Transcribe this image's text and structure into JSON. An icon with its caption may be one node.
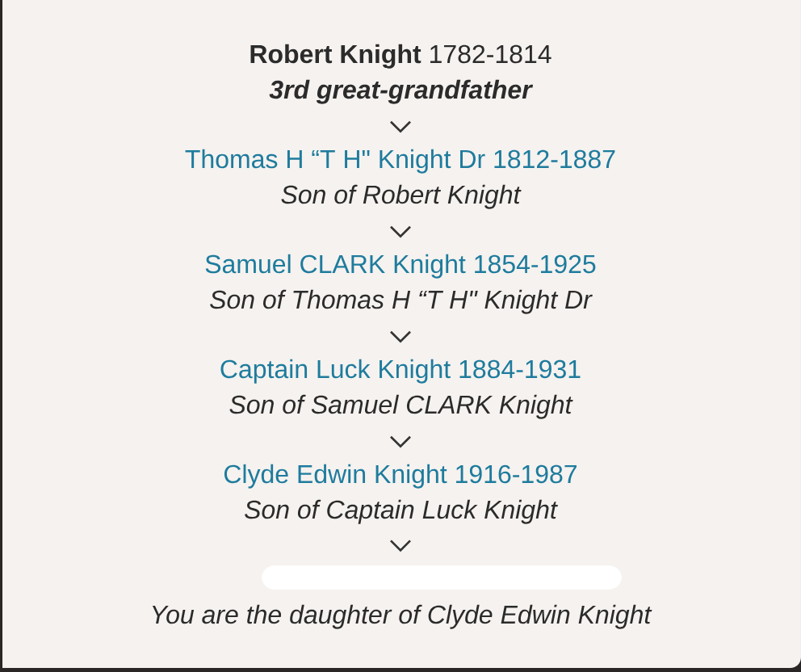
{
  "diagram": {
    "nodes": [
      {
        "text": [
          "**Robert Knight** 1782-1814",
          "3rd great-grandfather"
        ]
      },
      {
        "text": [
          "Thomas H “T H\" Knight Dr 1812-1887",
          "Son of Robert Knight"
        ]
      },
      {
        "text": [
          "Samuel CLARK Knight 1854-1925",
          "Son of Thomas H “T H\" Knight Dr"
        ]
      },
      {
        "text": [
          "Captain Luck Knight 1884-1931",
          "Son of Samuel CLARK Knight"
        ]
      },
      {
        "text": [
          "Clyde Edwin Knight 1916-1987",
          "Son of Captain Luck Knight"
        ]
      },
      {
        "text": [
          "You are the daughter of Clyde Edwin Knight"
        ]
      }
    ],
    "edges": [
      {
        "from": 0,
        "to": 1,
        "arrow": "to"
      },
      {
        "from": 1,
        "to": 2,
        "arrow": "to"
      },
      {
        "from": 2,
        "to": 3,
        "arrow": "to"
      },
      {
        "from": 3,
        "to": 4,
        "arrow": "to"
      },
      {
        "from": 4,
        "to": 5,
        "arrow": "to"
      }
    ]
  }
}
